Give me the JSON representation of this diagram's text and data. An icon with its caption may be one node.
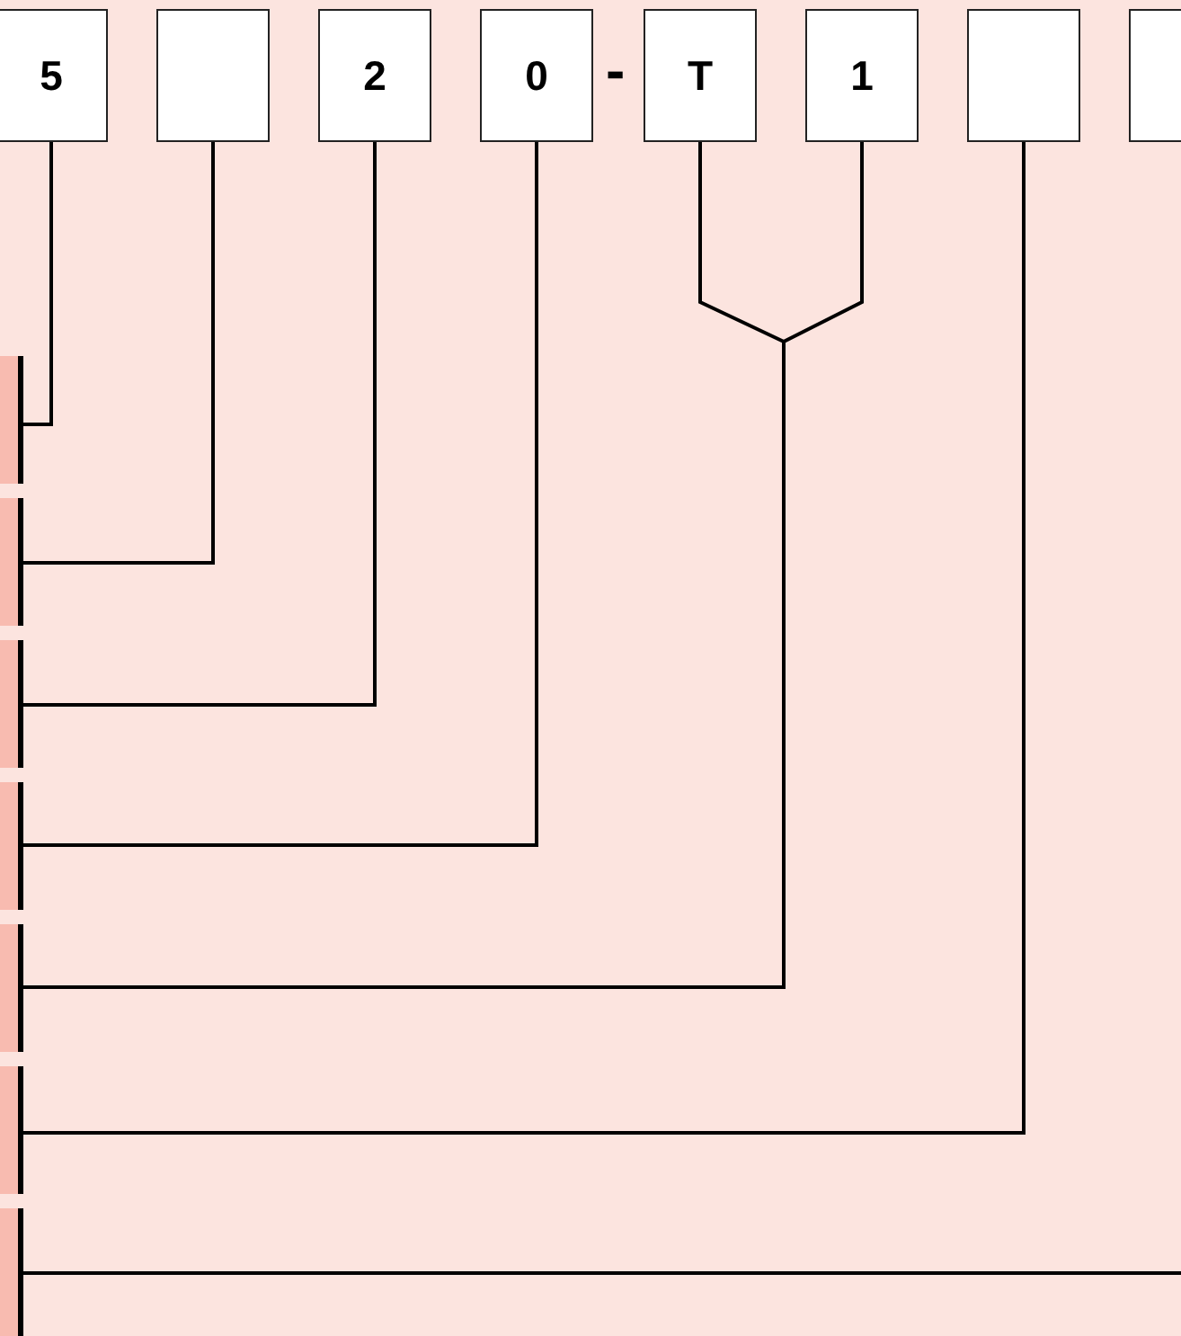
{
  "diagram": {
    "nodes": [
      {
        "text": [
          "5"
        ]
      },
      {
        "text": [],
        "shape": "box"
      },
      {
        "text": [
          "2"
        ]
      },
      {
        "text": [
          "0"
        ]
      },
      {
        "text": [
          "T"
        ]
      },
      {
        "text": [
          "1"
        ]
      },
      {
        "text": [],
        "shape": "box"
      },
      {
        "text": [],
        "shape": "box"
      },
      {
        "text": [],
        "shape": "bar"
      },
      {
        "text": [],
        "shape": "bar"
      },
      {
        "text": [],
        "shape": "bar"
      },
      {
        "text": [],
        "shape": "bar"
      },
      {
        "text": [],
        "shape": "bar"
      },
      {
        "text": [],
        "shape": "bar"
      },
      {
        "text": [],
        "shape": "bar"
      }
    ],
    "edges": [
      {
        "from": 0,
        "to": 8,
        "arrow": "none"
      },
      {
        "from": 1,
        "to": 9,
        "arrow": "none"
      },
      {
        "from": 2,
        "to": 10,
        "arrow": "none"
      },
      {
        "from": 3,
        "to": 11,
        "arrow": "none"
      },
      {
        "from": 4,
        "to": 12,
        "arrow": "none"
      },
      {
        "from": 5,
        "to": 12,
        "arrow": "none"
      },
      {
        "from": 6,
        "to": 13,
        "arrow": "none"
      },
      {
        "from": 7,
        "to": 14,
        "arrow": "none"
      }
    ],
    "labels": [
      "-"
    ]
  }
}
